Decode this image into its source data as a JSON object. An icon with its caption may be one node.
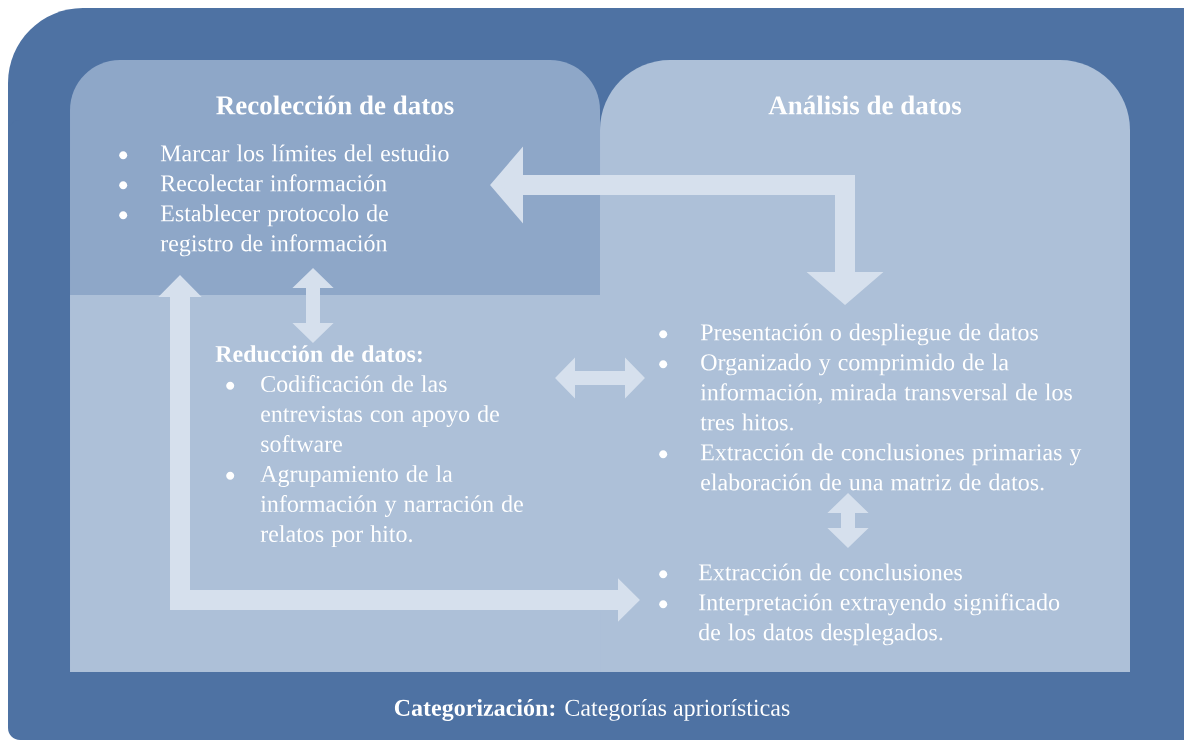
{
  "diagram": {
    "nodes": [
      {
        "text": [
          "**Categorización:** Categorías apriorísticas"
        ]
      },
      {
        "text": [
          "Análisis de datos"
        ],
        "in": 0
      },
      {
        "text": [
          "Recolección de datos",
          "Marcar los límites del estudio",
          "Recolectar información",
          "Establecer protocolo de registro de información"
        ],
        "in": 1
      },
      {
        "text": [
          "Reducción de datos:",
          "Codificación de las entrevistas con apoyo de software",
          "Agrupamiento de la información y narración de relatos por hito."
        ],
        "in": 1
      },
      {
        "text": [
          "Presentación o despliegue de datos",
          "Organizado y comprimido de la información, mirada transversal de los tres hitos.",
          "Extracción de conclusiones primarias y elaboración de una matriz de datos."
        ],
        "in": 1
      },
      {
        "text": [
          "Extracción de conclusiones",
          "Interpretación extrayendo significado de los datos desplegados."
        ],
        "in": 1
      }
    ],
    "edges": [
      {
        "from": 2,
        "to": 4,
        "arrow": "both"
      },
      {
        "from": 2,
        "to": 3,
        "arrow": "both"
      },
      {
        "from": 3,
        "to": 4,
        "arrow": "both"
      },
      {
        "from": 4,
        "to": 5,
        "arrow": "both"
      },
      {
        "from": 2,
        "to": 5,
        "arrow": "both"
      }
    ]
  }
}
